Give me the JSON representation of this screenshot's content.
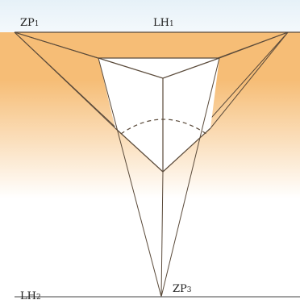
{
  "labels": {
    "zp1": {
      "main": "ZP",
      "sub": "1"
    },
    "lh1": {
      "main": "LH",
      "sub": "1"
    },
    "lh2": {
      "main": "LH",
      "sub": "2"
    },
    "zp3": {
      "main": "ZP",
      "sub": "3"
    }
  },
  "colors": {
    "sky_top": "#e6f1f8",
    "sky_bottom": "#f4f9fc",
    "orange": "#f6bd76",
    "orange_fade": "#ffffff",
    "line": "#5a4a3a",
    "cube_face": "#ffffff",
    "horizon_line": "#6a6a6a"
  }
}
